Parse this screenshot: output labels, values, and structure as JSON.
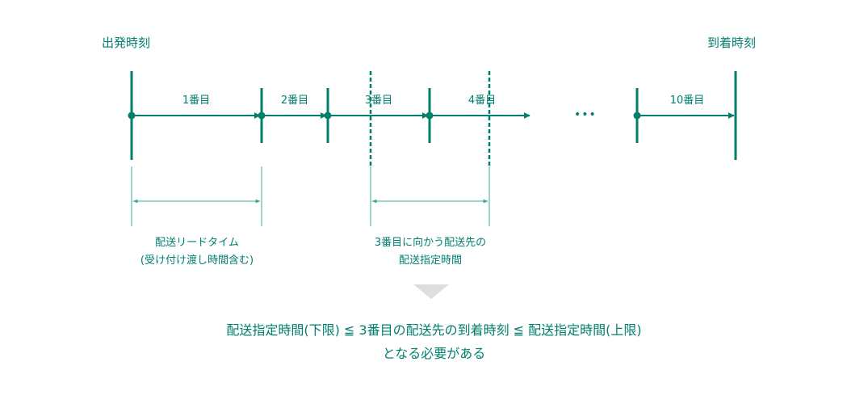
{
  "headers": {
    "departure": "出発時刻",
    "arrival": "到着時刻"
  },
  "segments": [
    "1番目",
    "2番目",
    "3番目",
    "4番目",
    "10番目"
  ],
  "ellipsis": "•••",
  "notes": {
    "lead_time": [
      "配送リードタイム",
      "(受け付け渡し時間含む)"
    ],
    "window": [
      "3番目に向かう配送先の",
      "配送指定時間"
    ]
  },
  "formula": {
    "line1": "配送指定時間(下限) ≦ 3番目の配送先の到着時刻 ≦ 配送指定時間(上限)",
    "line2": "となる必要がある"
  },
  "colors": {
    "accent": "#007f6e",
    "thin": "#3fa596",
    "arrow_down": "#dedede"
  }
}
